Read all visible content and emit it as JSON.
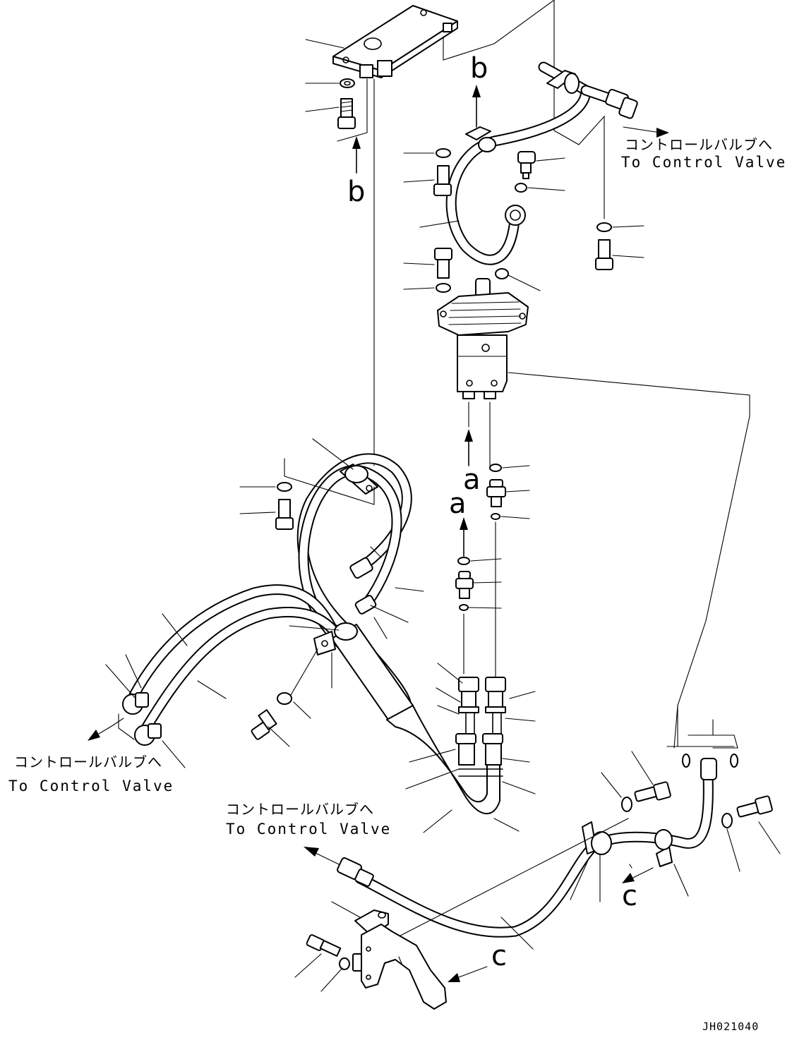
{
  "labels": {
    "to_control_valve_jp": "コントロールバルブへ",
    "to_control_valve_en": "To Control Valve"
  },
  "markers": {
    "a": "a",
    "b": "b",
    "c": "c"
  },
  "drawing_code": "JH021040",
  "colors": {
    "ink": "#000000",
    "paper": "#ffffff"
  }
}
